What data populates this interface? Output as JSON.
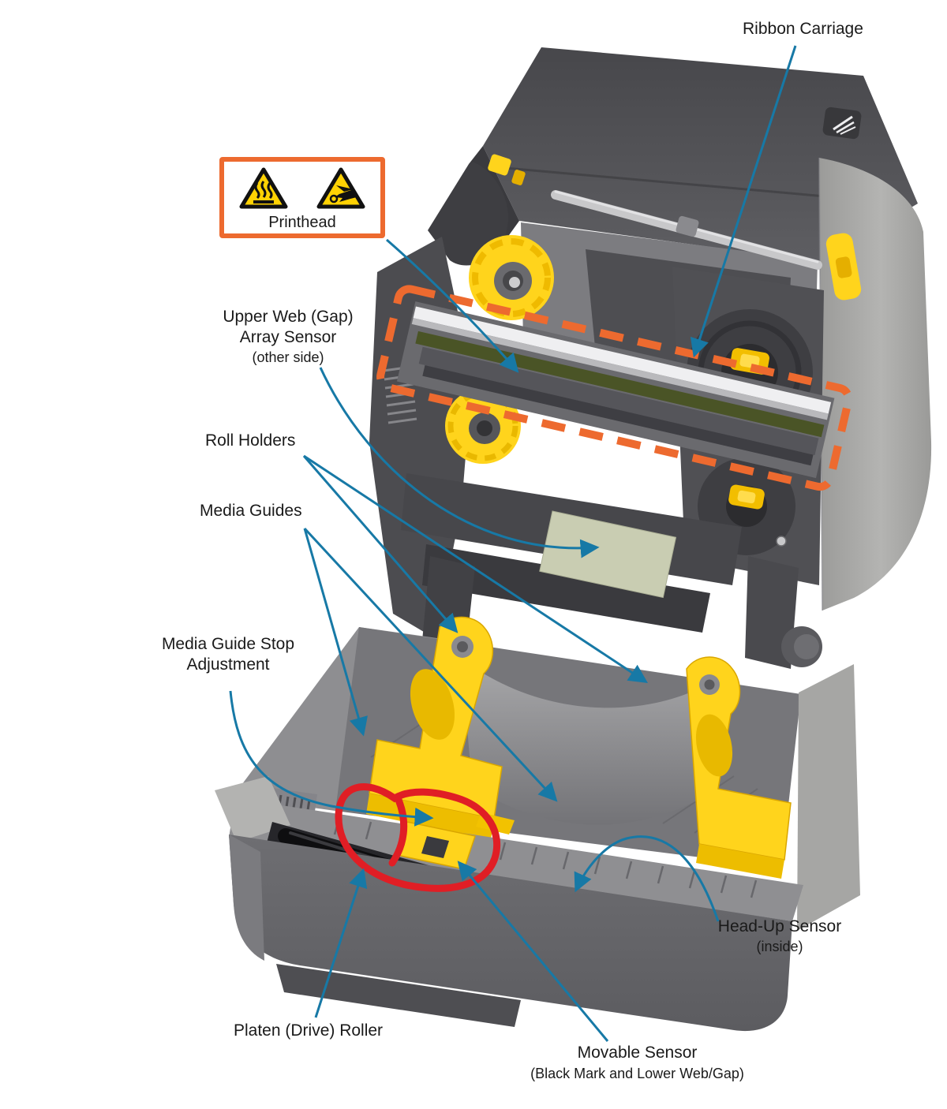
{
  "diagram": {
    "labels": {
      "ribbon_carriage": "Ribbon Carriage",
      "printhead": "Printhead",
      "upper_web_gap_line1": "Upper Web (Gap)",
      "upper_web_gap_line2": "Array Sensor",
      "upper_web_gap_note": "(other side)",
      "roll_holders": "Roll Holders",
      "media_guides": "Media Guides",
      "media_guide_stop_line1": "Media Guide Stop",
      "media_guide_stop_line2": "Adjustment",
      "head_up_sensor": "Head-Up Sensor",
      "head_up_sensor_note": "(inside)",
      "platen_roller": "Platen (Drive) Roller",
      "movable_sensor": "Movable Sensor",
      "movable_sensor_note": "(Black Mark and Lower Web/Gap)"
    },
    "colors": {
      "callout_line": "#1779A6",
      "highlight_red": "#E01E25",
      "highlight_orange": "#ED6A2F",
      "warning_yellow": "#FFD203",
      "part_yellow": "#FFD41C",
      "label_text": "#1A1A1A"
    },
    "icons": {
      "hot_surface": "hot-surface-warning-icon",
      "esd": "esd-warning-icon",
      "brand": "zebra-logo-icon"
    }
  }
}
